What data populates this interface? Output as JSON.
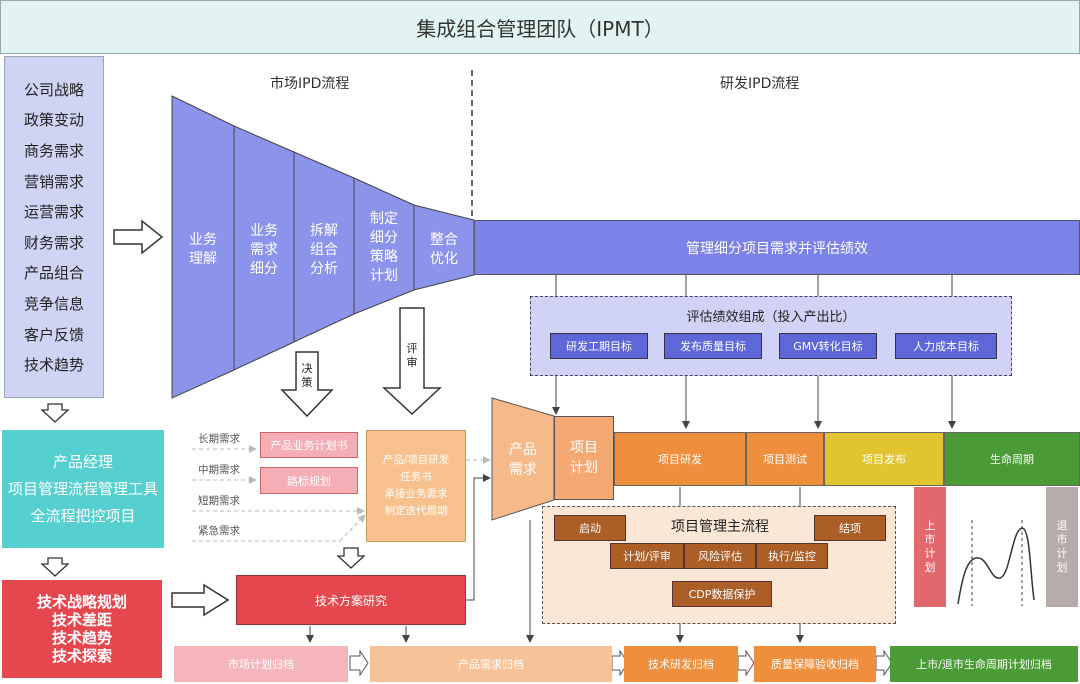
{
  "title": "集成组合管理团队（IPMT）",
  "left_inputs": [
    "公司战略",
    "政策变动",
    "商务需求",
    "营销需求",
    "运营需求",
    "财务需求",
    "产品组合",
    "竞争信息",
    "客户反馈",
    "技术趋势"
  ],
  "sections": {
    "market": "市场IPD流程",
    "rd": "研发IPD流程"
  },
  "funnel_stages": [
    "业务\n理解",
    "业务\n需求\n细分",
    "拆解\n组合\n分析",
    "制定\n细分\n策略\n计划",
    "整合\n优化"
  ],
  "manage_band": "管理细分项目需求并评估绩效",
  "eval": {
    "title": "评估绩效组成（投入产出比）",
    "items": [
      "研发工期目标",
      "发布质量目标",
      "GMV转化目标",
      "人力成本目标"
    ]
  },
  "arrow_labels": {
    "decide": "决\n策",
    "review": "评\n审"
  },
  "product_manager": [
    "产品经理",
    "项目管理流程管理工具",
    "全流程把控项目"
  ],
  "demand_types": [
    "长期需求",
    "中期需求",
    "短期需求",
    "紧急需求"
  ],
  "plan_boxes": [
    "产品业务计划书",
    "路标规划"
  ],
  "task_box": [
    "产品/项目研发",
    "任务书",
    "承接业务需求",
    "制定迭代周期"
  ],
  "tech_box": [
    "技术战略规划",
    "技术差距",
    "技术趋势",
    "技术探索"
  ],
  "tech_research": "技术方案研究",
  "product_demand": "产品\n需求",
  "project_plan": "项目\n计划",
  "stages": [
    "项目研发",
    "项目测试",
    "项目发布",
    "生命周期"
  ],
  "launch_plan": "上\n市\n计\n划",
  "exit_plan": "退\n市\n计\n划",
  "pm_flow": {
    "title": "项目管理主流程",
    "start": "启动",
    "end": "结项",
    "steps": [
      "计划/评审",
      "风险评估",
      "执行/监控"
    ],
    "cdp": "CDP数据保护"
  },
  "archives": [
    "市场计划归档",
    "产品需求归档",
    "技术研发归档",
    "质量保障验收归档",
    "上市/退市生命周期计划归档"
  ]
}
